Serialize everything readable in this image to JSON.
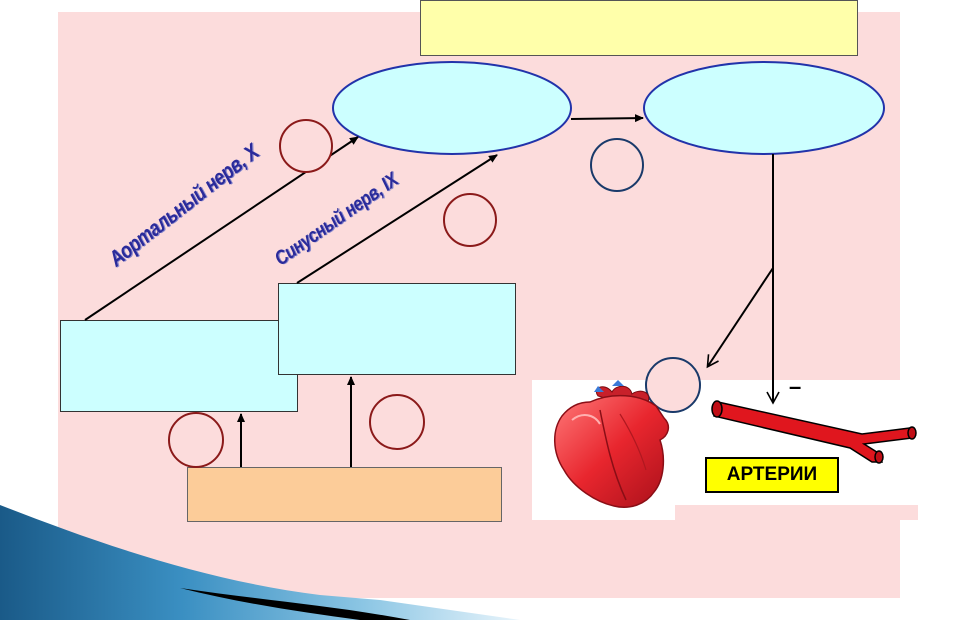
{
  "diagram": {
    "top_box_text": "",
    "receptor_box_left_text": "",
    "receptor_box_mid_text": "",
    "bottom_box_text": "",
    "center_oval_left_text": "",
    "center_oval_right_text": ""
  },
  "nerves": {
    "aortal": "Аортальный нерв, X",
    "sinus": "Синусный нерв, IX"
  },
  "organs": {
    "arteries_label": "АРТЕРИИ",
    "minus_sign": "–"
  },
  "colors": {
    "background_panel": "#fcdcdc",
    "top_box": "#ffffaa",
    "receptor_boxes": "#ccffff",
    "bottom_box": "#fccc99",
    "oval_fill": "#ccffff",
    "oval_stroke": "#2233aa",
    "circle_red_stroke": "#8b1a1a",
    "circle_blue_stroke": "#1a3a6a",
    "nerve_text": "#2a2a9a",
    "artery_red": "#e0161e",
    "arteries_label_bg": "#ffff00"
  }
}
